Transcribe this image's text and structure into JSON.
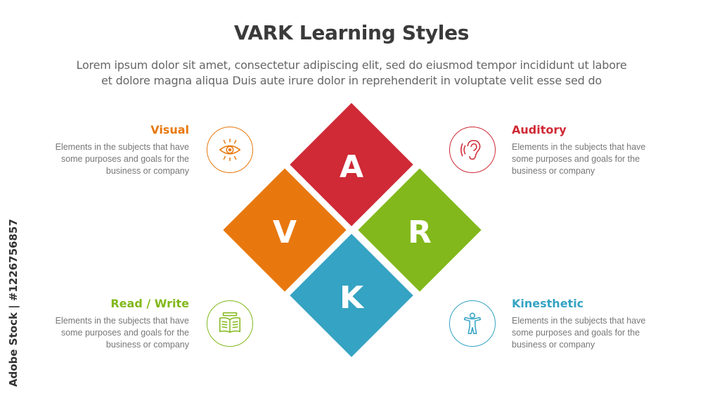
{
  "title": "VARK Learning Styles",
  "subtitle_line1": "Lorem ipsum dolor sit amet, consectetur adipiscing elit, sed do eiusmod tempor incididunt ut labore",
  "subtitle_line2": "et dolore magna aliqua Duis aute irure dolor in reprehenderit in voluptate velit esse sed do",
  "letters": {
    "a": "A",
    "v": "V",
    "r": "R",
    "k": "K"
  },
  "items": {
    "visual": {
      "heading": "Visual",
      "line1": "Elements in the subjects that have",
      "line2": "some purposes and goals for the",
      "line3": "business or company",
      "icon": "eye-icon",
      "color": "#e8780e"
    },
    "auditory": {
      "heading": "Auditory",
      "line1": "Elements in the subjects that have",
      "line2": "some purposes and goals for the",
      "line3": "business or company",
      "icon": "ear-icon",
      "color": "#cf2a36"
    },
    "read_write": {
      "heading": "Read / Write",
      "line1": "Elements in the subjects that have",
      "line2": "some purposes and goals for the",
      "line3": "business or company",
      "icon": "book-icon",
      "color": "#82b81b"
    },
    "kinesthetic": {
      "heading": "Kinesthetic",
      "line1": "Elements in the subjects that have",
      "line2": "some purposes and goals for the",
      "line3": "business or company",
      "icon": "person-icon",
      "color": "#35a3c3"
    }
  },
  "watermark": "Adobe Stock | #1226756857"
}
